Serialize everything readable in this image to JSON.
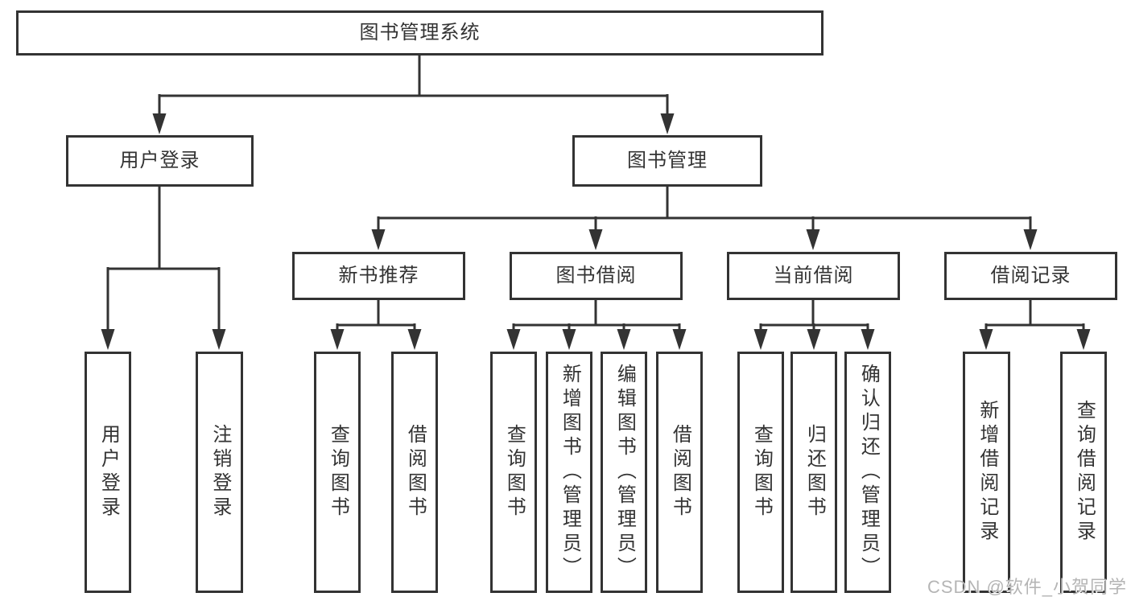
{
  "tree": {
    "root": {
      "label": "图书管理系统",
      "children": [
        {
          "label": "用户登录",
          "children": [
            {
              "label": "用户登录"
            },
            {
              "label": "注销登录"
            }
          ]
        },
        {
          "label": "图书管理",
          "children": [
            {
              "label": "新书推荐",
              "children": [
                {
                  "label": "查询图书"
                },
                {
                  "label": "借阅图书"
                }
              ]
            },
            {
              "label": "图书借阅",
              "children": [
                {
                  "label": "查询图书"
                },
                {
                  "label": "新增图书（管理员）"
                },
                {
                  "label": "编辑图书（管理员）"
                },
                {
                  "label": "借阅图书"
                }
              ]
            },
            {
              "label": "当前借阅",
              "children": [
                {
                  "label": "查询图书"
                },
                {
                  "label": "归还图书"
                },
                {
                  "label": "确认归还（管理员）"
                }
              ]
            },
            {
              "label": "借阅记录",
              "children": [
                {
                  "label": "新增借阅记录"
                },
                {
                  "label": "查询借阅记录"
                }
              ]
            }
          ]
        }
      ]
    }
  },
  "watermark": {
    "text": "CSDN @软件_小贺同学"
  },
  "colors": {
    "line": "#333333",
    "box_border": "#333333",
    "text": "#333333",
    "background": "#ffffff",
    "watermark": "#b5b5b5"
  }
}
